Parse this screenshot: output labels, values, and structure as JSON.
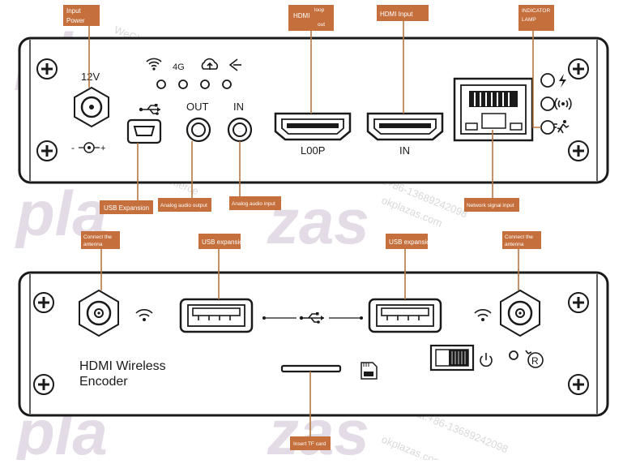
{
  "top_panel": {
    "port_text": {
      "power_voltage": "12V",
      "signal_4g": "4G",
      "audio_out": "OUT",
      "audio_in": "IN",
      "hdmi_loop": "L00P",
      "hdmi_in": "IN"
    },
    "callouts": {
      "input_power": [
        "Input",
        "Power"
      ],
      "hdmi_loop_out": [
        "HDMI",
        "loop",
        "out"
      ],
      "hdmi_input": "HDMI Input",
      "indicator_lamp": [
        "INDICATOR",
        "LAMP"
      ],
      "usb_expansion": "USB Expansion",
      "analog_audio_output": "Analog audio output",
      "analog_audio_input": "Analog audio input",
      "network_signal_input": "Network signal input"
    }
  },
  "bottom_panel": {
    "device_name": [
      "HDMI Wireless",
      "Encoder"
    ],
    "reset_letter": "R",
    "callouts": {
      "antenna_left": [
        "Connect the",
        "antenna"
      ],
      "usb_left": "USB expansion",
      "usb_right": "USB expansion",
      "antenna_right": [
        "Connect the",
        "antenna"
      ],
      "tf_card": "Insert TF card"
    }
  },
  "watermarks": {
    "brand": [
      "pla",
      "zas",
      "o",
      "K"
    ],
    "text": [
      "WeChat:+86-13689242098",
      "okplazas.com",
      "ecommerce"
    ]
  },
  "colors": {
    "callout_fill": "#c46f3c",
    "leader_line": "#b5773f",
    "outline": "#1a1a1a",
    "watermark": "#e3dbe6"
  }
}
